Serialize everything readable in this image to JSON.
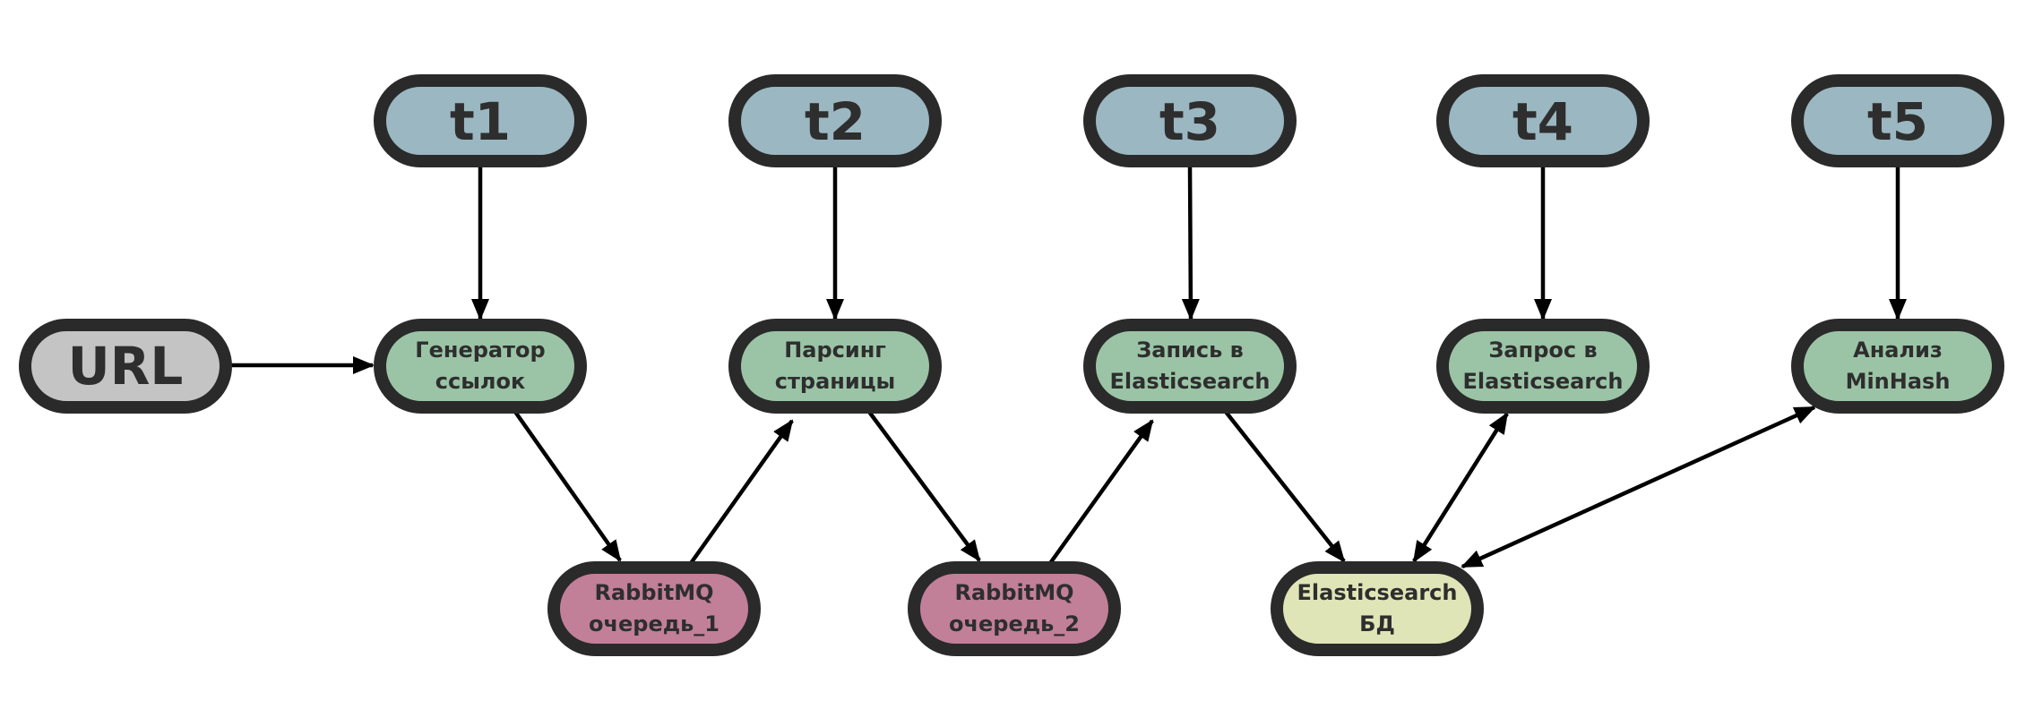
{
  "colors": {
    "time": "#9bb7c1",
    "process": "#9bc4a6",
    "queue": "#c27f98",
    "input": "#c4c4c4",
    "database": "#dfe5b6",
    "outline": "#2a2a2a",
    "arrow": "#000000"
  },
  "nodes": {
    "t1": "t1",
    "t2": "t2",
    "t3": "t3",
    "t4": "t4",
    "t5": "t5",
    "url": "URL",
    "link_generator": [
      "Генератор",
      "ссылок"
    ],
    "page_parsing": [
      "Парсинг",
      "страницы"
    ],
    "write_es": [
      "Запись в",
      "Elasticsearch"
    ],
    "query_es": [
      "Запрос в",
      "Elasticsearch"
    ],
    "minhash": [
      "Анализ",
      "MinHash"
    ],
    "queue_1": [
      "RabbitMQ",
      "очередь_1"
    ],
    "queue_2": [
      "RabbitMQ",
      "очередь_2"
    ],
    "es_db": [
      "Elasticsearch",
      "БД"
    ]
  },
  "edges": [
    {
      "from": "t1",
      "to": "link_generator",
      "direction": "forward"
    },
    {
      "from": "t2",
      "to": "page_parsing",
      "direction": "forward"
    },
    {
      "from": "t3",
      "to": "write_es",
      "direction": "forward"
    },
    {
      "from": "t4",
      "to": "query_es",
      "direction": "forward"
    },
    {
      "from": "t5",
      "to": "minhash",
      "direction": "forward"
    },
    {
      "from": "url",
      "to": "link_generator",
      "direction": "forward"
    },
    {
      "from": "link_generator",
      "to": "queue_1",
      "direction": "forward"
    },
    {
      "from": "queue_1",
      "to": "page_parsing",
      "direction": "forward"
    },
    {
      "from": "page_parsing",
      "to": "queue_2",
      "direction": "forward"
    },
    {
      "from": "queue_2",
      "to": "write_es",
      "direction": "forward"
    },
    {
      "from": "write_es",
      "to": "es_db",
      "direction": "forward"
    },
    {
      "from": "query_es",
      "to": "es_db",
      "direction": "both"
    },
    {
      "from": "minhash",
      "to": "es_db",
      "direction": "both"
    }
  ]
}
